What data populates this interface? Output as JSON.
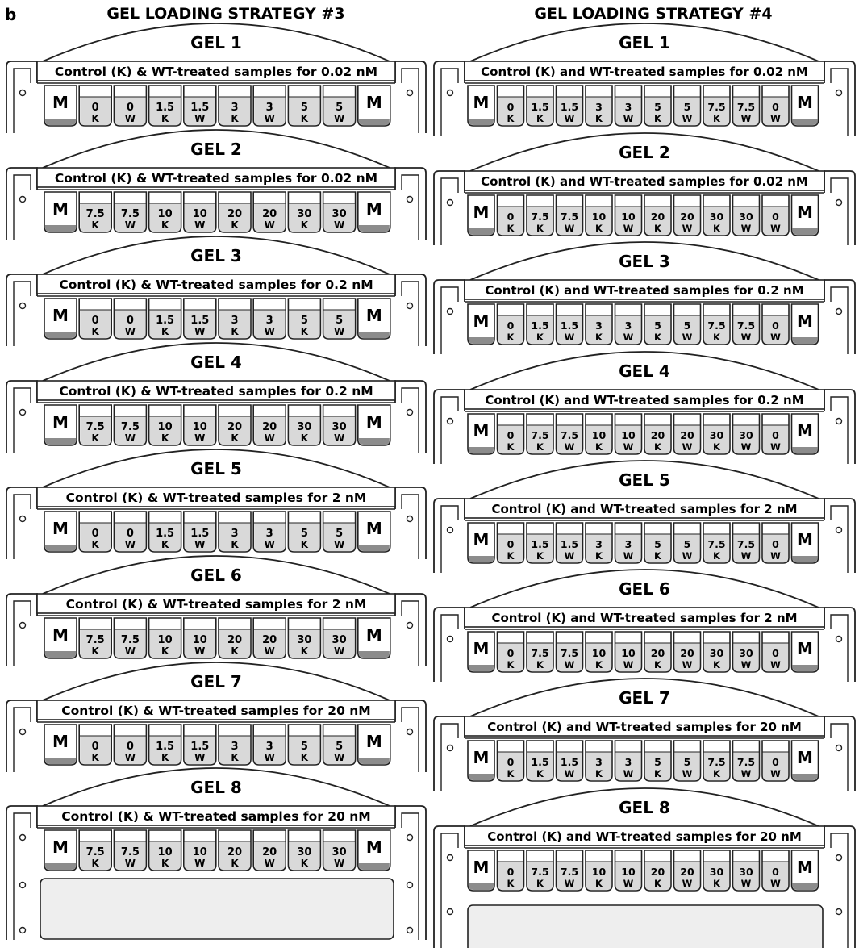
{
  "figure": {
    "panel_label": "b",
    "strategies": [
      {
        "title": "GEL LOADING STRATEGY #3",
        "gels": [
          {
            "name": "GEL 1",
            "caption": "Control (K) & WT-treated samples for 0.02 nM",
            "lanes": [
              [
                "M",
                ""
              ],
              [
                "0",
                "K"
              ],
              [
                "0",
                "W"
              ],
              [
                "1.5",
                "K"
              ],
              [
                "1.5",
                "W"
              ],
              [
                "3",
                "K"
              ],
              [
                "3",
                "W"
              ],
              [
                "5",
                "K"
              ],
              [
                "5",
                "W"
              ],
              [
                "M",
                ""
              ]
            ]
          },
          {
            "name": "GEL 2",
            "caption": "Control (K) & WT-treated samples for 0.02 nM",
            "lanes": [
              [
                "M",
                ""
              ],
              [
                "7.5",
                "K"
              ],
              [
                "7.5",
                "W"
              ],
              [
                "10",
                "K"
              ],
              [
                "10",
                "W"
              ],
              [
                "20",
                "K"
              ],
              [
                "20",
                "W"
              ],
              [
                "30",
                "K"
              ],
              [
                "30",
                "W"
              ],
              [
                "M",
                ""
              ]
            ]
          },
          {
            "name": "GEL 3",
            "caption": "Control (K) & WT-treated samples for 0.2 nM",
            "lanes": [
              [
                "M",
                ""
              ],
              [
                "0",
                "K"
              ],
              [
                "0",
                "W"
              ],
              [
                "1.5",
                "K"
              ],
              [
                "1.5",
                "W"
              ],
              [
                "3",
                "K"
              ],
              [
                "3",
                "W"
              ],
              [
                "5",
                "K"
              ],
              [
                "5",
                "W"
              ],
              [
                "M",
                ""
              ]
            ]
          },
          {
            "name": "GEL 4",
            "caption": "Control (K) & WT-treated samples for 0.2 nM",
            "lanes": [
              [
                "M",
                ""
              ],
              [
                "7.5",
                "K"
              ],
              [
                "7.5",
                "W"
              ],
              [
                "10",
                "K"
              ],
              [
                "10",
                "W"
              ],
              [
                "20",
                "K"
              ],
              [
                "20",
                "W"
              ],
              [
                "30",
                "K"
              ],
              [
                "30",
                "W"
              ],
              [
                "M",
                ""
              ]
            ]
          },
          {
            "name": "GEL 5",
            "caption": "Control (K) & WT-treated samples for 2 nM",
            "lanes": [
              [
                "M",
                ""
              ],
              [
                "0",
                "K"
              ],
              [
                "0",
                "W"
              ],
              [
                "1.5",
                "K"
              ],
              [
                "1.5",
                "W"
              ],
              [
                "3",
                "K"
              ],
              [
                "3",
                "W"
              ],
              [
                "5",
                "K"
              ],
              [
                "5",
                "W"
              ],
              [
                "M",
                ""
              ]
            ]
          },
          {
            "name": "GEL 6",
            "caption": "Control (K) & WT-treated samples for 2 nM",
            "lanes": [
              [
                "M",
                ""
              ],
              [
                "7.5",
                "K"
              ],
              [
                "7.5",
                "W"
              ],
              [
                "10",
                "K"
              ],
              [
                "10",
                "W"
              ],
              [
                "20",
                "K"
              ],
              [
                "20",
                "W"
              ],
              [
                "30",
                "K"
              ],
              [
                "30",
                "W"
              ],
              [
                "M",
                ""
              ]
            ]
          },
          {
            "name": "GEL 7",
            "caption": "Control (K) & WT-treated samples for 20 nM",
            "lanes": [
              [
                "M",
                ""
              ],
              [
                "0",
                "K"
              ],
              [
                "0",
                "W"
              ],
              [
                "1.5",
                "K"
              ],
              [
                "1.5",
                "W"
              ],
              [
                "3",
                "K"
              ],
              [
                "3",
                "W"
              ],
              [
                "5",
                "K"
              ],
              [
                "5",
                "W"
              ],
              [
                "M",
                ""
              ]
            ]
          },
          {
            "name": "GEL 8",
            "caption": "Control (K) & WT-treated samples for 20 nM",
            "lanes": [
              [
                "M",
                ""
              ],
              [
                "7.5",
                "K"
              ],
              [
                "7.5",
                "W"
              ],
              [
                "10",
                "K"
              ],
              [
                "10",
                "W"
              ],
              [
                "20",
                "K"
              ],
              [
                "20",
                "W"
              ],
              [
                "30",
                "K"
              ],
              [
                "30",
                "W"
              ],
              [
                "M",
                ""
              ]
            ]
          }
        ]
      },
      {
        "title": "GEL LOADING STRATEGY #4",
        "gels": [
          {
            "name": "GEL 1",
            "caption": "Control (K) and WT-treated samples for 0.02 nM",
            "lanes": [
              [
                "M",
                ""
              ],
              [
                "0",
                "K"
              ],
              [
                "1.5",
                "K"
              ],
              [
                "1.5",
                "W"
              ],
              [
                "3",
                "K"
              ],
              [
                "3",
                "W"
              ],
              [
                "5",
                "K"
              ],
              [
                "5",
                "W"
              ],
              [
                "7.5",
                "K"
              ],
              [
                "7.5",
                "W"
              ],
              [
                "0",
                "W"
              ],
              [
                "M",
                ""
              ]
            ]
          },
          {
            "name": "GEL 2",
            "caption": "Control (K) and WT-treated samples for 0.02 nM",
            "lanes": [
              [
                "M",
                ""
              ],
              [
                "0",
                "K"
              ],
              [
                "7.5",
                "K"
              ],
              [
                "7.5",
                "W"
              ],
              [
                "10",
                "K"
              ],
              [
                "10",
                "W"
              ],
              [
                "20",
                "K"
              ],
              [
                "20",
                "W"
              ],
              [
                "30",
                "K"
              ],
              [
                "30",
                "W"
              ],
              [
                "0",
                "W"
              ],
              [
                "M",
                ""
              ]
            ]
          },
          {
            "name": "GEL 3",
            "caption": "Control (K) and WT-treated samples for 0.2 nM",
            "lanes": [
              [
                "M",
                ""
              ],
              [
                "0",
                "K"
              ],
              [
                "1.5",
                "K"
              ],
              [
                "1.5",
                "W"
              ],
              [
                "3",
                "K"
              ],
              [
                "3",
                "W"
              ],
              [
                "5",
                "K"
              ],
              [
                "5",
                "W"
              ],
              [
                "7.5",
                "K"
              ],
              [
                "7.5",
                "W"
              ],
              [
                "0",
                "W"
              ],
              [
                "M",
                ""
              ]
            ]
          },
          {
            "name": "GEL 4",
            "caption": "Control (K) and WT-treated samples for 0.2 nM",
            "lanes": [
              [
                "M",
                ""
              ],
              [
                "0",
                "K"
              ],
              [
                "7.5",
                "K"
              ],
              [
                "7.5",
                "W"
              ],
              [
                "10",
                "K"
              ],
              [
                "10",
                "W"
              ],
              [
                "20",
                "K"
              ],
              [
                "20",
                "W"
              ],
              [
                "30",
                "K"
              ],
              [
                "30",
                "W"
              ],
              [
                "0",
                "W"
              ],
              [
                "M",
                ""
              ]
            ]
          },
          {
            "name": "GEL 5",
            "caption": "Control (K) and WT-treated samples for 2 nM",
            "lanes": [
              [
                "M",
                ""
              ],
              [
                "0",
                "K"
              ],
              [
                "1.5",
                "K"
              ],
              [
                "1.5",
                "W"
              ],
              [
                "3",
                "K"
              ],
              [
                "3",
                "W"
              ],
              [
                "5",
                "K"
              ],
              [
                "5",
                "W"
              ],
              [
                "7.5",
                "K"
              ],
              [
                "7.5",
                "W"
              ],
              [
                "0",
                "W"
              ],
              [
                "M",
                ""
              ]
            ]
          },
          {
            "name": "GEL 6",
            "caption": "Control (K) and WT-treated samples for 2 nM",
            "lanes": [
              [
                "M",
                ""
              ],
              [
                "0",
                "K"
              ],
              [
                "7.5",
                "K"
              ],
              [
                "7.5",
                "W"
              ],
              [
                "10",
                "K"
              ],
              [
                "10",
                "W"
              ],
              [
                "20",
                "K"
              ],
              [
                "20",
                "W"
              ],
              [
                "30",
                "K"
              ],
              [
                "30",
                "W"
              ],
              [
                "0",
                "W"
              ],
              [
                "M",
                ""
              ]
            ]
          },
          {
            "name": "GEL 7",
            "caption": "Control (K) and WT-treated samples for 20 nM",
            "lanes": [
              [
                "M",
                ""
              ],
              [
                "0",
                "K"
              ],
              [
                "1.5",
                "K"
              ],
              [
                "1.5",
                "W"
              ],
              [
                "3",
                "K"
              ],
              [
                "3",
                "W"
              ],
              [
                "5",
                "K"
              ],
              [
                "5",
                "W"
              ],
              [
                "7.5",
                "K"
              ],
              [
                "7.5",
                "W"
              ],
              [
                "0",
                "W"
              ],
              [
                "M",
                ""
              ]
            ]
          },
          {
            "name": "GEL 8",
            "caption": "Control (K) and WT-treated samples for 20 nM",
            "lanes": [
              [
                "M",
                ""
              ],
              [
                "0",
                "K"
              ],
              [
                "7.5",
                "K"
              ],
              [
                "7.5",
                "W"
              ],
              [
                "10",
                "K"
              ],
              [
                "10",
                "W"
              ],
              [
                "20",
                "K"
              ],
              [
                "20",
                "W"
              ],
              [
                "30",
                "K"
              ],
              [
                "30",
                "W"
              ],
              [
                "0",
                "W"
              ],
              [
                "M",
                ""
              ]
            ]
          }
        ]
      }
    ],
    "colors": {
      "line": "#222222",
      "well_fill": "#d9d9d9",
      "marker_band": "#8c8c8c",
      "gel_slab": "#eeeeee",
      "background": "#ffffff"
    }
  }
}
